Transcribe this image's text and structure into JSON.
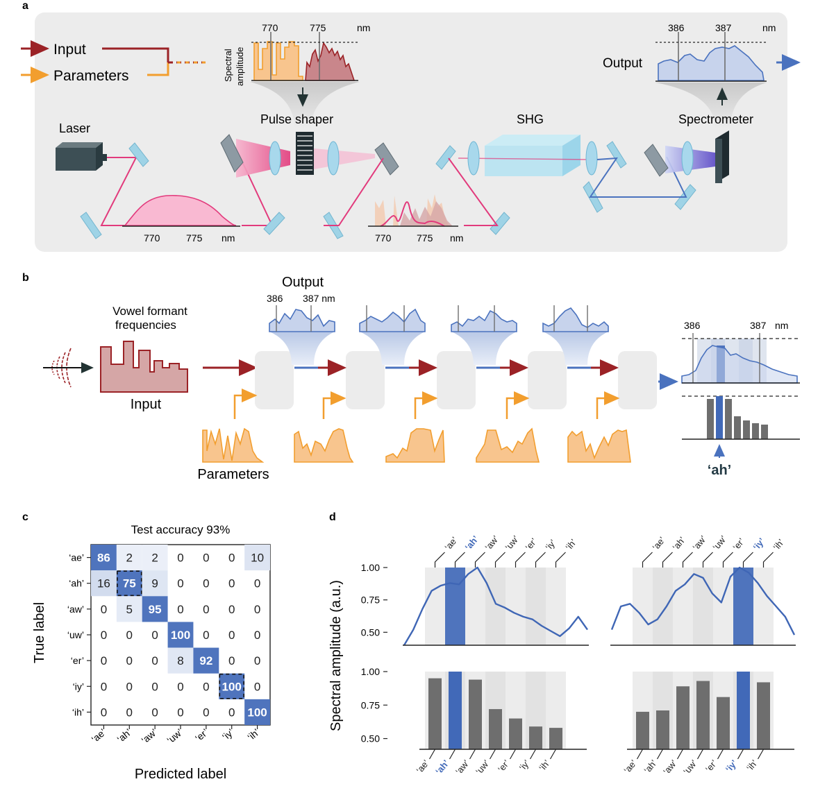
{
  "panel_a": {
    "letter": "a",
    "input_label": "Input",
    "parameters_label": "Parameters",
    "spectrum_ylabel_1": "Spectral",
    "spectrum_ylabel_2": "amplitude",
    "tick_770": "770",
    "tick_775": "775",
    "unit_nm": "nm",
    "output_label": "Output",
    "out_tick_386": "386",
    "out_tick_387": "387",
    "laser_label": "Laser",
    "pulse_shaper_label": "Pulse shaper",
    "shg_label": "SHG",
    "spectrometer_label": "Spectrometer"
  },
  "panel_b": {
    "letter": "b",
    "output_title": "Output",
    "tick_386": "386",
    "tick_387": "387 nm",
    "vowel_label_1": "Vowel formant",
    "vowel_label_2": "frequencies",
    "input_label": "Input",
    "parameters_label": "Parameters",
    "right_tick_386": "386",
    "right_tick_387": "387",
    "right_unit": "nm",
    "predicted_vowel": "‘ah’"
  },
  "panel_c": {
    "letter": "c",
    "title": "Test accuracy 93%",
    "ylabel": "True label",
    "xlabel": "Predicted label",
    "labels": [
      "‘ae’",
      "‘ah’",
      "‘aw’",
      "‘uw’",
      "‘er’",
      "‘iy’",
      "‘ih’"
    ],
    "matrix": [
      [
        86,
        2,
        2,
        0,
        0,
        0,
        10
      ],
      [
        16,
        75,
        9,
        0,
        0,
        0,
        0
      ],
      [
        0,
        5,
        95,
        0,
        0,
        0,
        0
      ],
      [
        0,
        0,
        0,
        100,
        0,
        0,
        0
      ],
      [
        0,
        0,
        0,
        8,
        92,
        0,
        0
      ],
      [
        0,
        0,
        0,
        0,
        0,
        100,
        0
      ],
      [
        0,
        0,
        0,
        0,
        0,
        0,
        100
      ]
    ],
    "dashed_cells": [
      [
        1,
        1
      ],
      [
        5,
        5
      ]
    ],
    "colors": {
      "high": "#4f74bd",
      "low": "#eef2f9"
    }
  },
  "panel_d": {
    "letter": "d",
    "ylabel": "Spectral amplitude (a.u.)",
    "yticks": [
      "1.00",
      "0.75",
      "0.50"
    ],
    "labels": [
      "‘ae’",
      "‘ah’",
      "‘aw’",
      "‘uw’",
      "‘er’",
      "‘iy’",
      "‘ih’"
    ]
  },
  "chart_data": [
    {
      "type": "bar",
      "panel": "d-left-bottom",
      "categories": [
        "‘ae’",
        "‘ah’",
        "‘aw’",
        "‘uw’",
        "‘er’",
        "‘iy’",
        "‘ih’"
      ],
      "values": [
        0.95,
        1.0,
        0.94,
        0.72,
        0.65,
        0.59,
        0.58
      ],
      "highlight": "‘ah’",
      "ylim": [
        0.42,
        1.0
      ],
      "yticks": [
        0.5,
        0.75,
        1.0
      ],
      "colors": {
        "bar": "#6e6e6e",
        "highlight": "#4169b8"
      }
    },
    {
      "type": "bar",
      "panel": "d-right-bottom",
      "categories": [
        "‘ae’",
        "‘ah’",
        "‘aw’",
        "‘uw’",
        "‘er’",
        "‘iy’",
        "‘ih’"
      ],
      "values": [
        0.7,
        0.71,
        0.89,
        0.93,
        0.81,
        1.0,
        0.92
      ],
      "highlight": "‘iy’",
      "ylim": [
        0.42,
        1.0
      ],
      "yticks": [
        0.5,
        0.75,
        1.0
      ],
      "colors": {
        "bar": "#6e6e6e",
        "highlight": "#4169b8"
      }
    },
    {
      "type": "line",
      "panel": "d-left-top",
      "x": [
        0,
        0.05,
        0.1,
        0.15,
        0.2,
        0.25,
        0.3,
        0.35,
        0.4,
        0.45,
        0.5,
        0.55,
        0.6,
        0.65,
        0.7,
        0.75,
        0.8,
        0.85,
        0.9,
        0.95,
        1.0
      ],
      "values": [
        0.4,
        0.52,
        0.68,
        0.82,
        0.86,
        0.88,
        0.87,
        0.95,
        1.0,
        0.88,
        0.72,
        0.69,
        0.65,
        0.62,
        0.6,
        0.55,
        0.51,
        0.47,
        0.53,
        0.62,
        0.52
      ],
      "ylim": [
        0.4,
        1.0
      ],
      "yticks": [
        0.5,
        0.75,
        1.0
      ],
      "highlight_band": "‘ah’"
    },
    {
      "type": "line",
      "panel": "d-right-top",
      "x": [
        0,
        0.05,
        0.1,
        0.15,
        0.2,
        0.25,
        0.3,
        0.35,
        0.4,
        0.45,
        0.5,
        0.55,
        0.6,
        0.65,
        0.7,
        0.75,
        0.8,
        0.85,
        0.9,
        0.95,
        1.0
      ],
      "values": [
        0.52,
        0.7,
        0.72,
        0.65,
        0.56,
        0.6,
        0.7,
        0.82,
        0.87,
        0.95,
        0.92,
        0.8,
        0.73,
        0.93,
        1.0,
        0.96,
        0.88,
        0.78,
        0.7,
        0.62,
        0.48
      ],
      "ylim": [
        0.4,
        1.0
      ],
      "yticks": [
        0.5,
        0.75,
        1.0
      ],
      "highlight_band": "‘iy’"
    }
  ]
}
